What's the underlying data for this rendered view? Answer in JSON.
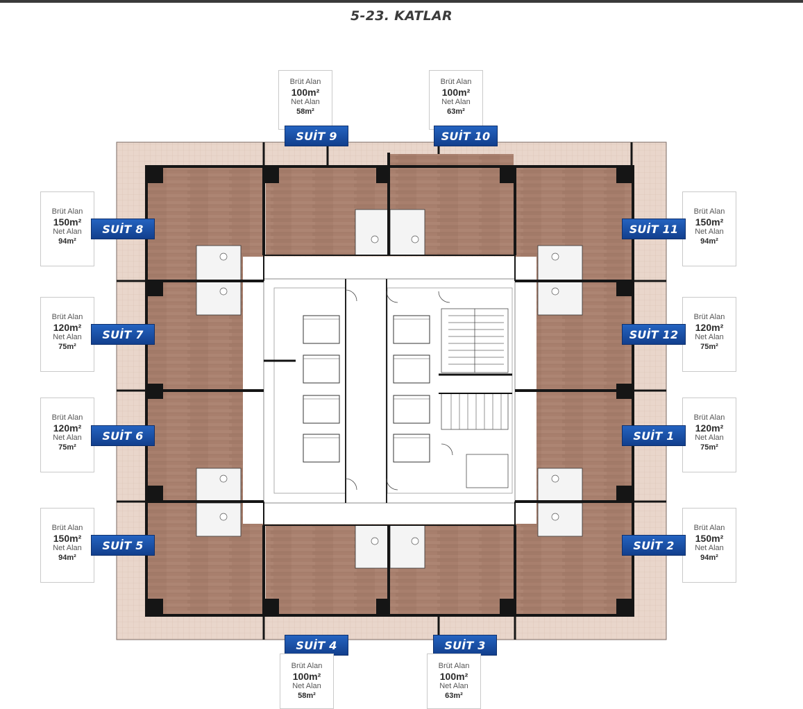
{
  "title": "5-23. KATLAR",
  "labels": {
    "gross": "Brüt Alan",
    "net": "Net Alan"
  },
  "colors": {
    "floor": "#a87f6d",
    "terrace": "#e7d2c6",
    "wall": "#1a1a1a",
    "badge": "#1a4da6"
  },
  "suites": [
    {
      "id": "s9",
      "name": "SUİT 9",
      "gross": "100m²",
      "net": "58m²"
    },
    {
      "id": "s10",
      "name": "SUİT 10",
      "gross": "100m²",
      "net": "63m²"
    },
    {
      "id": "s8",
      "name": "SUİT 8",
      "gross": "150m²",
      "net": "94m²"
    },
    {
      "id": "s11",
      "name": "SUİT 11",
      "gross": "150m²",
      "net": "94m²"
    },
    {
      "id": "s7",
      "name": "SUİT 7",
      "gross": "120m²",
      "net": "75m²"
    },
    {
      "id": "s12",
      "name": "SUİT 12",
      "gross": "120m²",
      "net": "75m²"
    },
    {
      "id": "s6",
      "name": "SUİT 6",
      "gross": "120m²",
      "net": "75m²"
    },
    {
      "id": "s1",
      "name": "SUİT 1",
      "gross": "120m²",
      "net": "75m²"
    },
    {
      "id": "s5",
      "name": "SUİT 5",
      "gross": "150m²",
      "net": "94m²"
    },
    {
      "id": "s2",
      "name": "SUİT 2",
      "gross": "150m²",
      "net": "94m²"
    },
    {
      "id": "s4",
      "name": "SUİT 4",
      "gross": "100m²",
      "net": "58m²"
    },
    {
      "id": "s3",
      "name": "SUİT 3",
      "gross": "100m²",
      "net": "63m²"
    }
  ]
}
